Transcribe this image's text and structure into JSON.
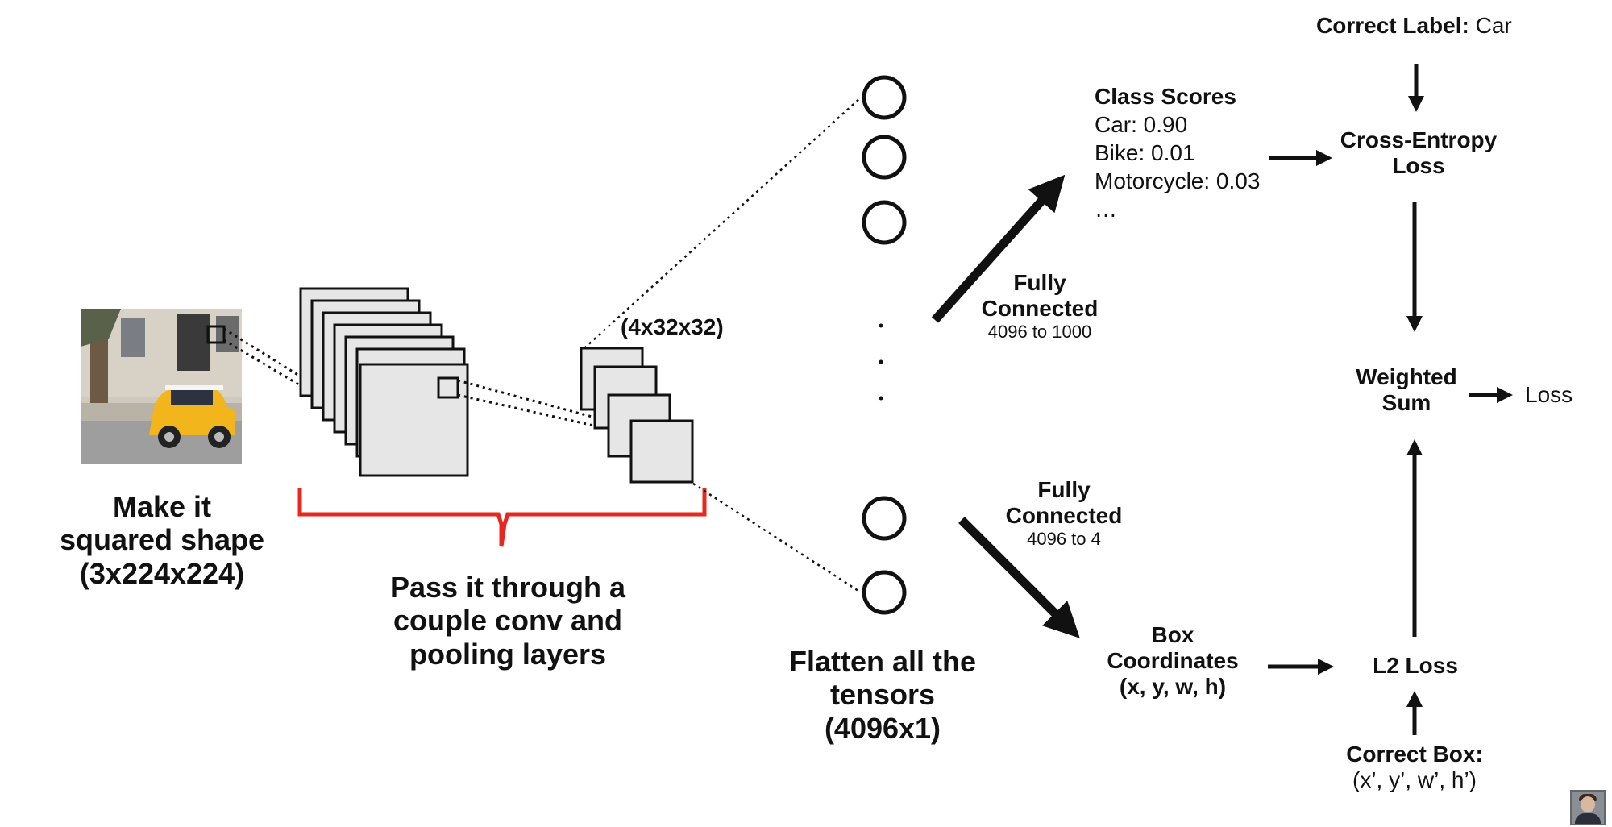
{
  "input": {
    "caption_line1": "Make it",
    "caption_line2": "squared shape",
    "caption_line3": "(3x224x224)"
  },
  "conv": {
    "feature_size": "(4x32x32)",
    "caption_line1": "Pass it through a",
    "caption_line2": "couple conv and",
    "caption_line3": "pooling layers"
  },
  "flatten": {
    "caption_line1": "Flatten all the",
    "caption_line2": "tensors",
    "caption_line3": "(4096x1)"
  },
  "fc_top": {
    "title_line1": "Fully",
    "title_line2": "Connected",
    "detail": "4096 to 1000"
  },
  "fc_bottom": {
    "title_line1": "Fully",
    "title_line2": "Connected",
    "detail": "4096 to 4"
  },
  "scores": {
    "title": "Class Scores",
    "items": [
      "Car: 0.90",
      "Bike: 0.01",
      "Motorcycle: 0.03",
      "…"
    ]
  },
  "correct_label": {
    "key": "Correct Label:",
    "value": "Car"
  },
  "cross_entropy": {
    "line1": "Cross-Entropy",
    "line2": "Loss"
  },
  "weighted_sum": {
    "line1": "Weighted",
    "line2": "Sum"
  },
  "loss": {
    "label": "Loss"
  },
  "box_coords": {
    "line1": "Box",
    "line2": "Coordinates",
    "line3": "(x, y, w, h)"
  },
  "l2_loss": {
    "label": "L2 Loss"
  },
  "correct_box": {
    "line1": "Correct Box:",
    "line2": "(x’, y’, w’, h’)"
  },
  "colors": {
    "brace": "#e8281e",
    "ink": "#111111",
    "layer_fill": "#e6e6e6",
    "car": "#f2b51c"
  }
}
